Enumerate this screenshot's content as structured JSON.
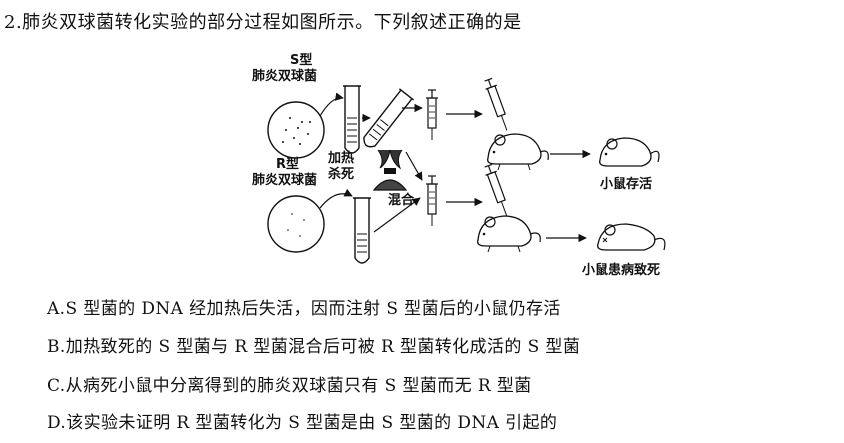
{
  "question": {
    "stem": "2.肺炎双球菌转化实验的部分过程如图所示。下列叙述正确的是"
  },
  "figure": {
    "label_s_line1": "S型",
    "label_s_line2": "肺炎双球菌",
    "label_r_line1": "R型",
    "label_r_line2": "肺炎双球菌",
    "label_heat_line1": "加热",
    "label_heat_line2": "杀死",
    "label_mix": "混合",
    "label_survive": "小鼠存活",
    "label_die": "小鼠患病致死"
  },
  "options": {
    "A": "A.S 型菌的 DNA 经加热后失活，因而注射 S 型菌后的小鼠仍存活",
    "B": "B.加热致死的 S 型菌与 R 型菌混合后可被 R 型菌转化成活的 S 型菌",
    "C": "C.从病死小鼠中分离得到的肺炎双球菌只有 S 型菌而无 R 型菌",
    "D": "D.该实验未证明 R 型菌转化为 S 型菌是由 S 型菌的 DNA 引起的"
  }
}
